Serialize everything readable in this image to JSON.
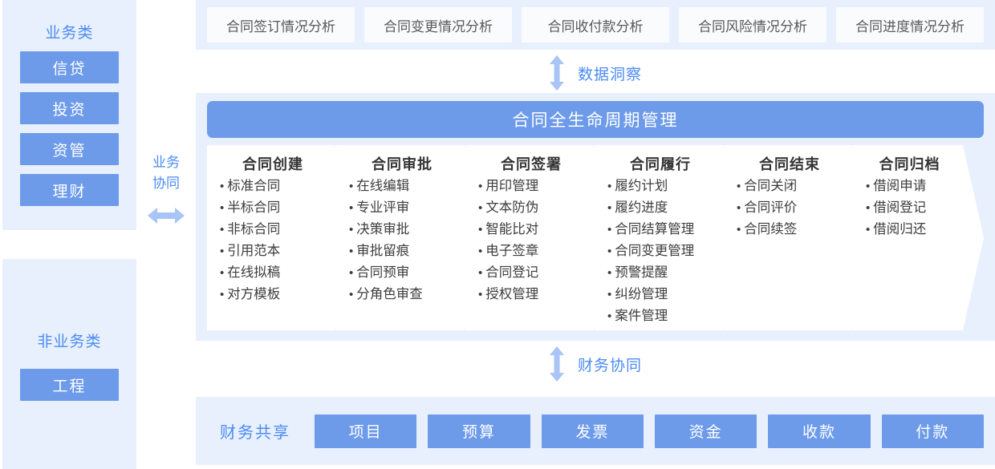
{
  "sidebar": {
    "business": {
      "title": "业务类",
      "chips": [
        "信贷",
        "投资",
        "资管",
        "理财"
      ]
    },
    "non_business": {
      "title": "非业务类",
      "chips": [
        "工程"
      ]
    }
  },
  "business_collab": {
    "label_line1": "业务",
    "label_line2": "协同",
    "arrow_icon": "double-arrow-horizontal-icon"
  },
  "analysis": {
    "tabs": [
      "合同签订情况分析",
      "合同变更情况分析",
      "合同收付款分析",
      "合同风险情况分析",
      "合同进度情况分析"
    ]
  },
  "insight": {
    "label": "数据洞察",
    "arrow_icon": "double-arrow-vertical-icon"
  },
  "finance_collab": {
    "label": "财务协同",
    "arrow_icon": "double-arrow-vertical-icon"
  },
  "lifecycle": {
    "title": "合同全生命周期管理",
    "stages": [
      {
        "title": "合同创建",
        "items": [
          "标准合同",
          "半标合同",
          "非标合同",
          "引用范本",
          "在线拟稿",
          "对方模板"
        ]
      },
      {
        "title": "合同审批",
        "items": [
          "在线编辑",
          "专业评审",
          "决策审批",
          "审批留痕",
          "合同预审",
          "分角色审查"
        ]
      },
      {
        "title": "合同签署",
        "items": [
          "用印管理",
          "文本防伪",
          "智能比对",
          "电子签章",
          "合同登记",
          "授权管理"
        ]
      },
      {
        "title": "合同履行",
        "items": [
          "履约计划",
          "履约进度",
          "合同结算管理",
          "合同变更管理",
          "预警提醒",
          "纠纷管理",
          "案件管理"
        ]
      },
      {
        "title": "合同结束",
        "items": [
          "合同关闭",
          "合同评价",
          "合同续签"
        ]
      },
      {
        "title": "合同归档",
        "items": [
          "借阅申请",
          "借阅登记",
          "借阅归还"
        ]
      }
    ]
  },
  "finance_share": {
    "label": "财务共享",
    "chips": [
      "项目",
      "预算",
      "发票",
      "资金",
      "收款",
      "付款"
    ]
  },
  "colors": {
    "panel_bg": "#e8f0fd",
    "chip_blue": "#6d9bea",
    "accent_text": "#4b8bf4",
    "arrow_blue": "#a8c5f5",
    "tab_bg": "#fafbfd",
    "card_white": "#ffffff"
  }
}
